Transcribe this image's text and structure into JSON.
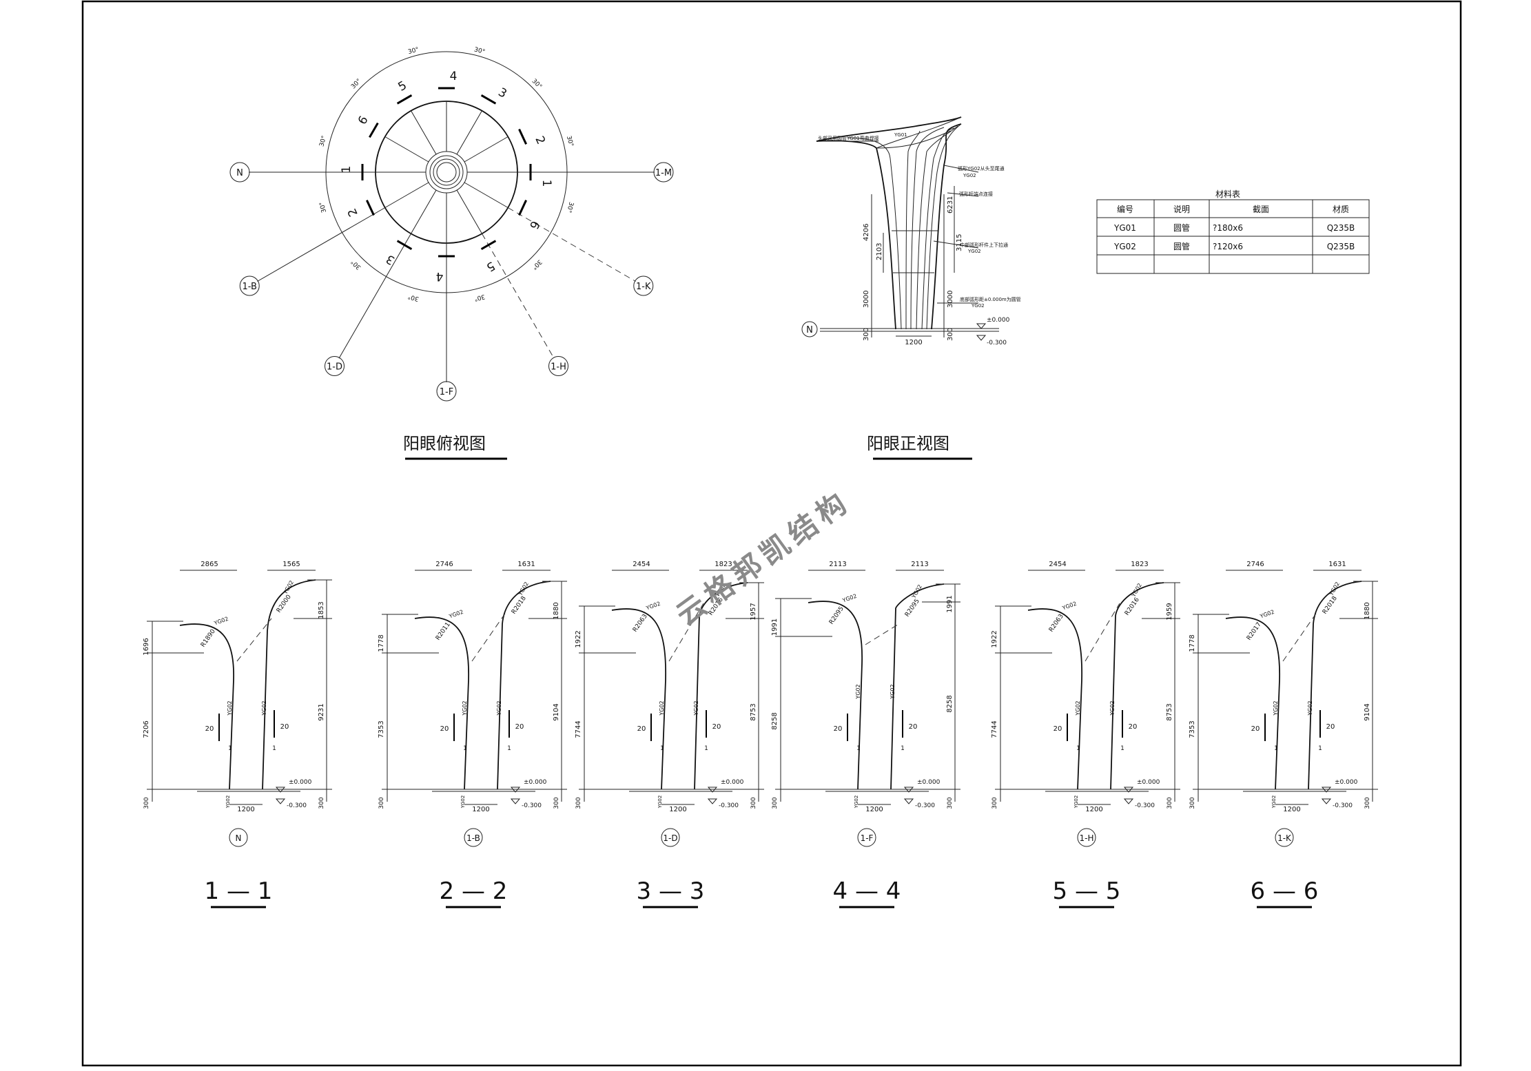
{
  "plan": {
    "title": "阳眼俯视图",
    "axes": [
      {
        "id": "n",
        "label": "N"
      },
      {
        "id": "m",
        "label": "1-M"
      },
      {
        "id": "b",
        "label": "1-B"
      },
      {
        "id": "k",
        "label": "1-K"
      },
      {
        "id": "d",
        "label": "1-D"
      },
      {
        "id": "h",
        "label": "1-H"
      },
      {
        "id": "f",
        "label": "1-F"
      }
    ],
    "angle_label": "30°",
    "section_marks": [
      "1",
      "1",
      "2",
      "2",
      "3",
      "3",
      "4",
      "4",
      "5",
      "5",
      "6",
      "6"
    ]
  },
  "elevation": {
    "title": "阳眼正视图",
    "axis_label": "N",
    "notes": [
      "头部采用圆管YG01弯曲焊接",
      "YG01",
      "弧形YG02从头至尾通",
      "YG02",
      "弧形杆端点连接",
      "中部弧形杆件上下拉通",
      "YG02",
      "底部弧形距±0.000m为圆管",
      "YG02"
    ],
    "dims_left": [
      "4206",
      "2103",
      "3000",
      "300"
    ],
    "dims_right": [
      "6231",
      "3115",
      "3000",
      "300"
    ],
    "dim_bottom": "1200",
    "levels": [
      "±0.000",
      "-0.300"
    ]
  },
  "material_table": {
    "title": "材料表",
    "headers": [
      "编号",
      "说明",
      "截面",
      "材质"
    ],
    "rows": [
      [
        "YG01",
        "圆管",
        "?180x6",
        "Q235B"
      ],
      [
        "YG02",
        "圆管",
        "?120x6",
        "Q235B"
      ],
      [
        "",
        "",
        "",
        ""
      ]
    ]
  },
  "sections": [
    {
      "label": "1 — 1",
      "axis": "N",
      "top_left": "2865",
      "top_right": "1565",
      "left_h": "7206",
      "left_top": "1696",
      "right_h": "9231",
      "right_top": "1853",
      "r_left": "R1890",
      "r_right": "R2000",
      "base": "1200",
      "b_left": "300",
      "b_right": "300",
      "slope_l": "20",
      "slope_r": "20",
      "slope_n": "1",
      "pipe": "YG02",
      "lv0": "±0.000",
      "lv1": "-0.300"
    },
    {
      "label": "2 — 2",
      "axis": "1-B",
      "top_left": "2746",
      "top_right": "1631",
      "left_h": "7353",
      "left_top": "1778",
      "right_h": "9104",
      "right_top": "1880",
      "r_left": "R2011",
      "r_right": "R2018",
      "base": "1200",
      "b_left": "300",
      "b_right": "300",
      "slope_l": "20",
      "slope_r": "20",
      "slope_n": "1",
      "pipe": "YG02",
      "lv0": "±0.000",
      "lv1": "-0.300"
    },
    {
      "label": "3 — 3",
      "axis": "1-D",
      "top_left": "2454",
      "top_right": "1823",
      "left_h": "7744",
      "left_top": "1922",
      "right_h": "8753",
      "right_top": "1957",
      "r_left": "R2063",
      "r_right": "R2016",
      "base": "1200",
      "b_left": "300",
      "b_right": "300",
      "slope_l": "20",
      "slope_r": "20",
      "slope_n": "1",
      "pipe": "YG02",
      "lv0": "±0.000",
      "lv1": "-0.300"
    },
    {
      "label": "4 — 4",
      "axis": "1-F",
      "top_left": "2113",
      "top_right": "2113",
      "left_h": "8258",
      "left_top": "1991",
      "right_h": "8258",
      "right_top": "1991",
      "r_left": "R2095",
      "r_right": "R2095",
      "base": "1200",
      "b_left": "300",
      "b_right": "300",
      "slope_l": "20",
      "slope_r": "20",
      "slope_n": "1",
      "pipe": "YG02",
      "lv0": "±0.000",
      "lv1": "-0.300"
    },
    {
      "label": "5 — 5",
      "axis": "1-H",
      "top_left": "2454",
      "top_right": "1823",
      "left_h": "7744",
      "left_top": "1922",
      "right_h": "8753",
      "right_top": "1959",
      "r_left": "R2063",
      "r_right": "R2016",
      "base": "1200",
      "b_left": "300",
      "b_right": "300",
      "slope_l": "20",
      "slope_r": "20",
      "slope_n": "1",
      "pipe": "YG02",
      "lv0": "±0.000",
      "lv1": "-0.300"
    },
    {
      "label": "6 — 6",
      "axis": "1-K",
      "top_left": "2746",
      "top_right": "1631",
      "left_h": "7353",
      "left_top": "1778",
      "right_h": "9104",
      "right_top": "1880",
      "r_left": "R2017",
      "r_right": "R2018",
      "base": "1200",
      "b_left": "300",
      "b_right": "300",
      "slope_l": "20",
      "slope_r": "20",
      "slope_n": "1",
      "pipe": "YG02",
      "lv0": "±0.000",
      "lv1": "-0.300"
    }
  ],
  "watermark": "云格邦凯结构"
}
